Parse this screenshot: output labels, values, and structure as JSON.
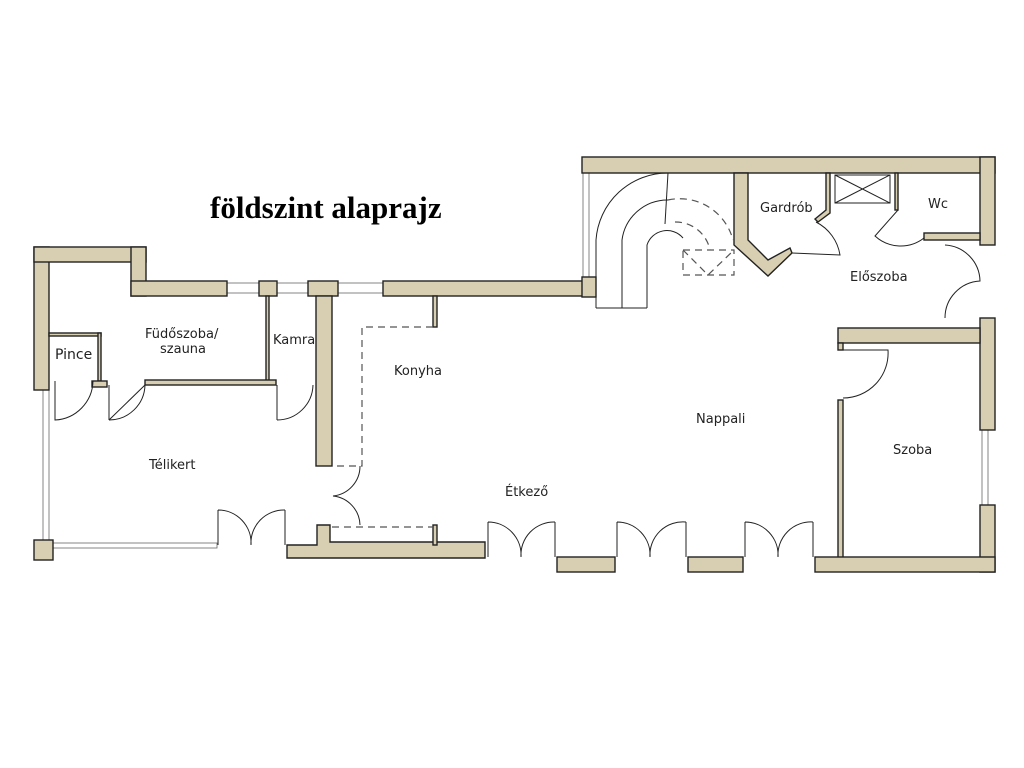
{
  "title": "földszint alaprajz",
  "rooms": {
    "pince": "Pince",
    "fudoszoba": "Füdőszoba/",
    "fudoszoba2": "szauna",
    "kamra": "Kamra",
    "konyha": "Konyha",
    "telikert": "Télikert",
    "etkezo": "Étkező",
    "nappali": "Nappali",
    "gardrob": "Gardrób",
    "wc": "Wc",
    "eloszoba": "Előszoba",
    "szoba": "Szoba"
  },
  "colors": {
    "wall": "#d8cfb2",
    "outline": "#222222"
  }
}
